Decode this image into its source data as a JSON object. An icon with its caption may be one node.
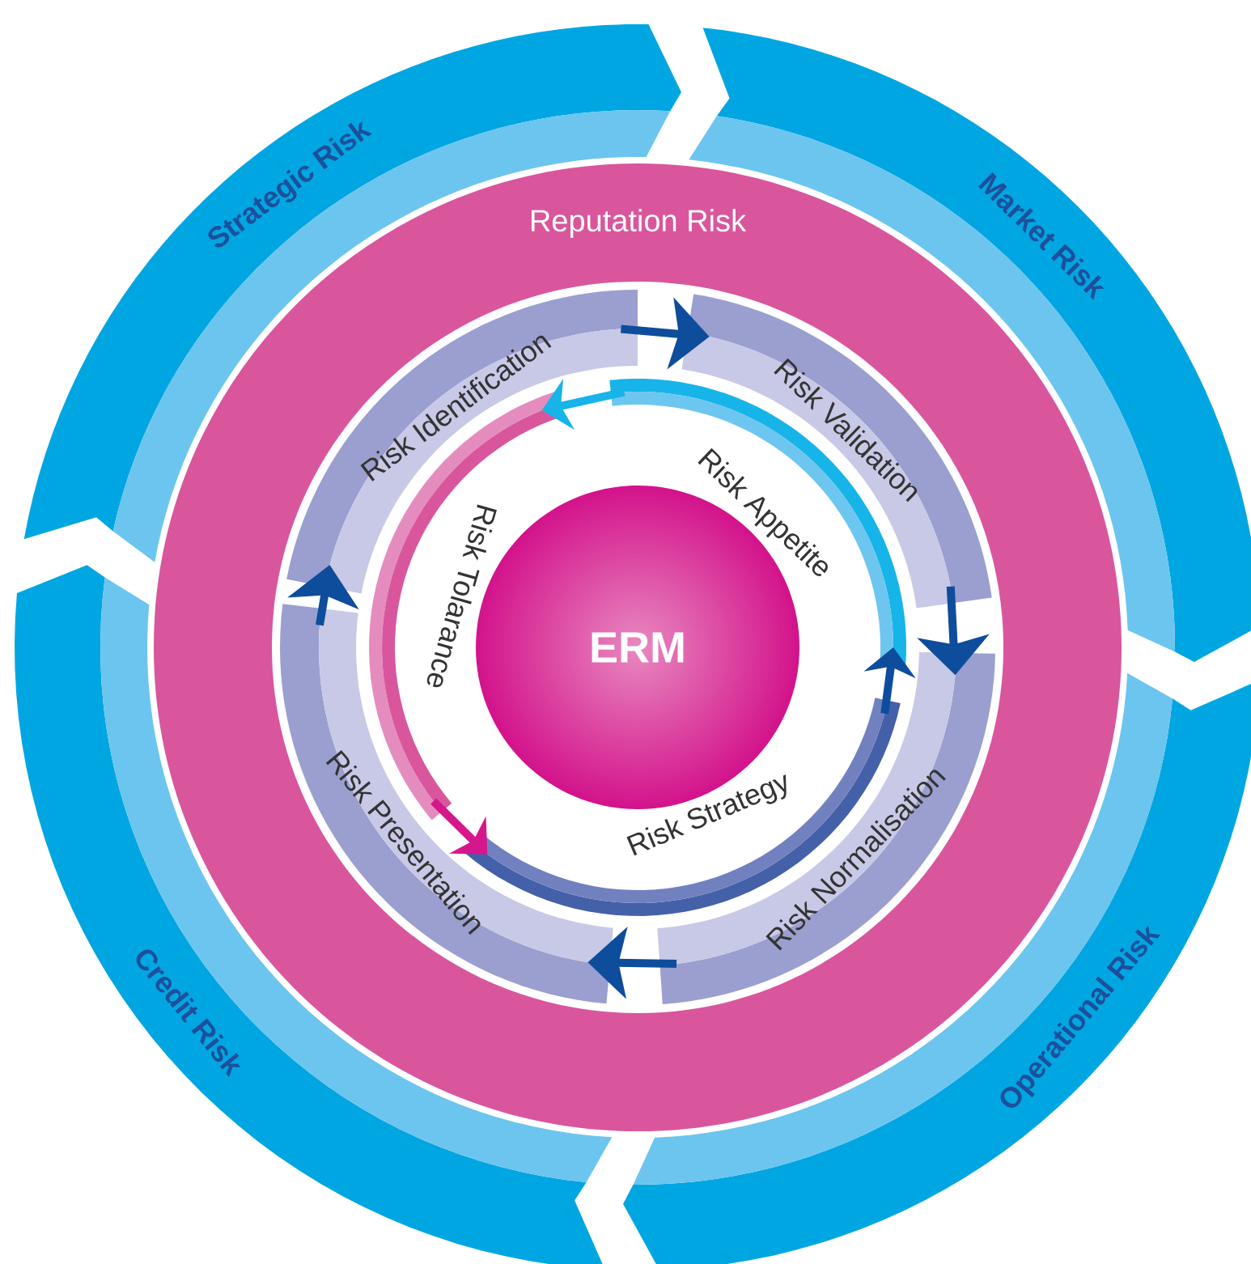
{
  "diagram": {
    "nodes": [
      {
        "text": [
          "Strategic Risk"
        ]
      },
      {
        "text": [
          "Market Risk"
        ]
      },
      {
        "text": [
          "Operational Risk"
        ]
      },
      {
        "text": [
          "Credit Risk"
        ]
      },
      {
        "text": [
          "Reputation Risk"
        ]
      },
      {
        "text": [
          "Risk Identification"
        ],
        "in": 4
      },
      {
        "text": [
          "Risk Validation"
        ],
        "in": 4
      },
      {
        "text": [
          "Risk Normalisation"
        ],
        "in": 4
      },
      {
        "text": [
          "Risk Presentation"
        ],
        "in": 4
      },
      {
        "text": [
          "Risk Appetite"
        ],
        "in": 4
      },
      {
        "text": [
          "Risk Strategy"
        ],
        "in": 4
      },
      {
        "text": [
          "Risk Tolarance"
        ],
        "in": 4
      },
      {
        "text": [
          "ERM"
        ],
        "in": 4
      }
    ],
    "edges": [
      {
        "from": 5,
        "to": 6,
        "arrow": "to"
      },
      {
        "from": 6,
        "to": 7,
        "arrow": "to"
      },
      {
        "from": 7,
        "to": 8,
        "arrow": "to"
      },
      {
        "from": 8,
        "to": 5,
        "arrow": "to"
      },
      {
        "from": 9,
        "to": 11,
        "arrow": "to",
        "color": "#17b4e9"
      },
      {
        "from": 11,
        "to": 10,
        "arrow": "to",
        "color": "#d6168b"
      },
      {
        "from": 10,
        "to": 9,
        "arrow": "to"
      }
    ]
  }
}
